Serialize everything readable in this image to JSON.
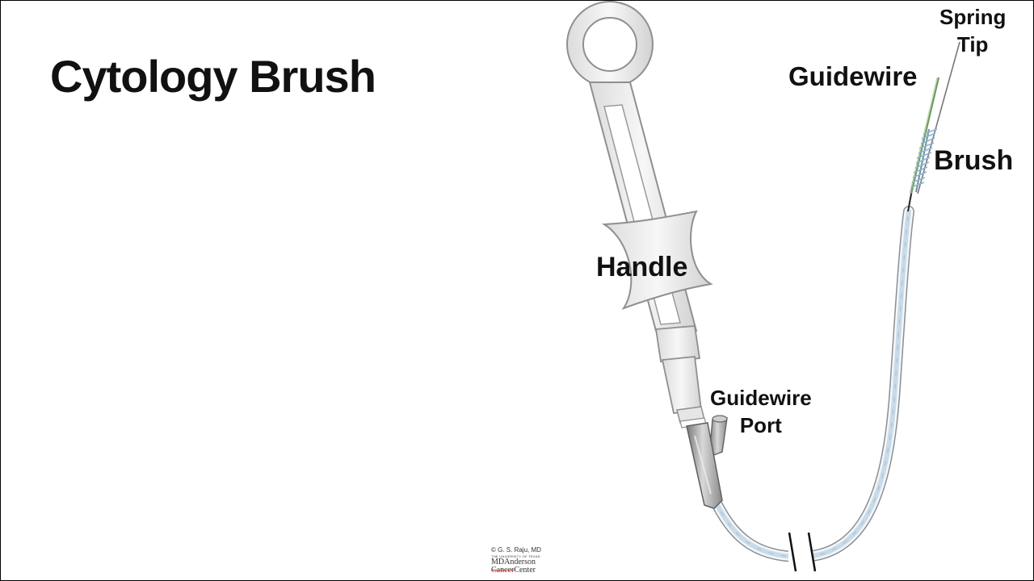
{
  "slide": {
    "title": "Cytology Brush"
  },
  "labels": {
    "handle": "Handle",
    "guidewire_port_line1": "Guidewire",
    "guidewire_port_line2": "Port",
    "guidewire": "Guidewire",
    "brush": "Brush",
    "spring_tip_line1": "Spring",
    "spring_tip_line2": "Tip"
  },
  "credit": {
    "copyright": "© G. S. Raju, MD",
    "institution_line": "THE UNIVERSITY OF TEXAS",
    "logo_line1": "MDAnderson",
    "logo_word_struck": "Cancer",
    "logo_word_end": "Center"
  },
  "colors": {
    "catheter_fill": "#d6e4ef",
    "catheter_outline": "#8a8f94",
    "handle_fill": "#eaeaea",
    "handle_outline": "#8f8f8f",
    "guidewire": "#6e9a5c",
    "brush_bristles": "#8fb3cf"
  }
}
